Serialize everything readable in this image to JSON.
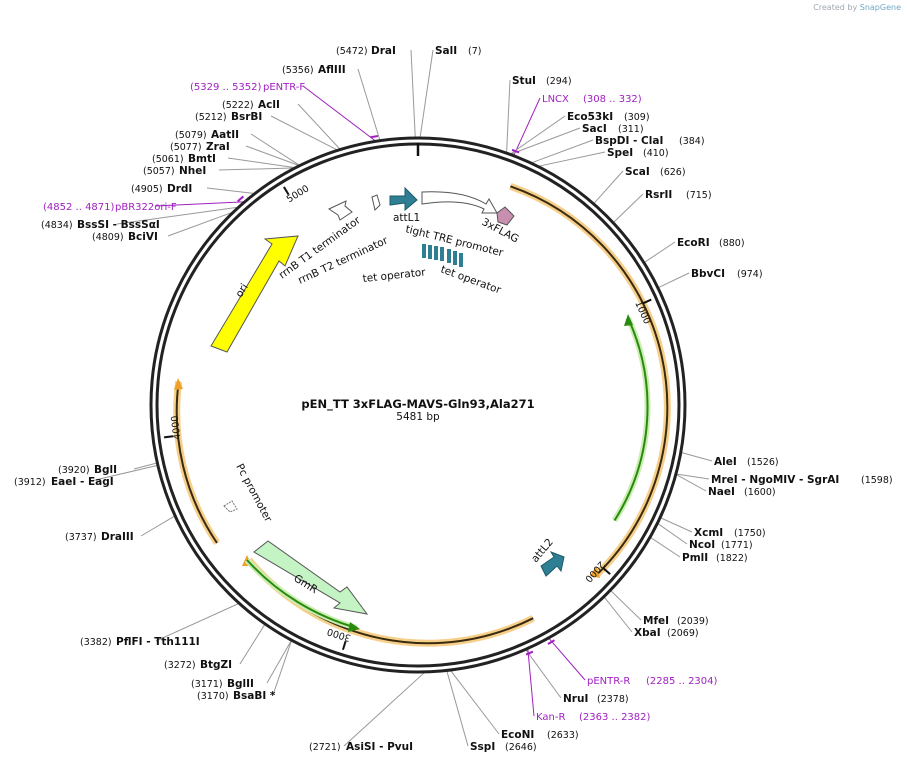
{
  "credit": {
    "prefix": "Created by",
    "brand": "SnapGene"
  },
  "plasmid": {
    "name": "pEN_TT 3xFLAG-MAVS-Gln93,Ala271",
    "length": "5481 bp",
    "total_bp": 5481
  },
  "ticks": [
    {
      "bp": 1000,
      "label": "1000"
    },
    {
      "bp": 2000,
      "label": "2000"
    },
    {
      "bp": 3000,
      "label": "3000"
    },
    {
      "bp": 4000,
      "label": "4000"
    },
    {
      "bp": 5000,
      "label": "5000"
    }
  ],
  "enzymes": [
    {
      "name": "DraI",
      "pos": "(5472)",
      "bp": 5472
    },
    {
      "name": "SalI",
      "pos": "(7)",
      "bp": 7
    },
    {
      "name": "StuI",
      "pos": "(294)",
      "bp": 294
    },
    {
      "name": "Eco53kI",
      "pos": "(309)",
      "bp": 309
    },
    {
      "name": "SacI",
      "pos": "(311)",
      "bp": 311
    },
    {
      "name": "BspDI - ClaI",
      "pos": "(384)",
      "bp": 384
    },
    {
      "name": "SpeI",
      "pos": "(410)",
      "bp": 410
    },
    {
      "name": "ScaI",
      "pos": "(626)",
      "bp": 626
    },
    {
      "name": "RsrII",
      "pos": "(715)",
      "bp": 715
    },
    {
      "name": "EcoRI",
      "pos": "(880)",
      "bp": 880
    },
    {
      "name": "BbvCI",
      "pos": "(974)",
      "bp": 974
    },
    {
      "name": "AleI",
      "pos": "(1526)",
      "bp": 1526
    },
    {
      "name": "MreI - NgoMIV - SgrAI",
      "pos": "(1598)",
      "bp": 1598
    },
    {
      "name": "NaeI",
      "pos": "(1600)",
      "bp": 1600
    },
    {
      "name": "XcmI",
      "pos": "(1750)",
      "bp": 1750
    },
    {
      "name": "NcoI",
      "pos": "(1771)",
      "bp": 1771
    },
    {
      "name": "PmlI",
      "pos": "(1822)",
      "bp": 1822
    },
    {
      "name": "MfeI",
      "pos": "(2039)",
      "bp": 2039
    },
    {
      "name": "XbaI",
      "pos": "(2069)",
      "bp": 2069
    },
    {
      "name": "NruI",
      "pos": "(2378)",
      "bp": 2378
    },
    {
      "name": "EcoNI",
      "pos": "(2633)",
      "bp": 2633
    },
    {
      "name": "SspI",
      "pos": "(2646)",
      "bp": 2646
    },
    {
      "name": "AsiSI - PvuI",
      "pos": "(2721)",
      "bp": 2721
    },
    {
      "name": "BsaBI *",
      "pos": "(3170)",
      "bp": 3170
    },
    {
      "name": "BglII",
      "pos": "(3171)",
      "bp": 3171
    },
    {
      "name": "BtgZI",
      "pos": "(3272)",
      "bp": 3272
    },
    {
      "name": "PflFI - Tth111I",
      "pos": "(3382)",
      "bp": 3382
    },
    {
      "name": "DraIII",
      "pos": "(3737)",
      "bp": 3737
    },
    {
      "name": "EaeI - EagI",
      "pos": "(3912)",
      "bp": 3912
    },
    {
      "name": "BglI",
      "pos": "(3920)",
      "bp": 3920
    },
    {
      "name": "BciVI",
      "pos": "(4809)",
      "bp": 4809
    },
    {
      "name": "BssSI - BssSαI",
      "pos": "(4834)",
      "bp": 4834
    },
    {
      "name": "DrdI",
      "pos": "(4905)",
      "bp": 4905
    },
    {
      "name": "NheI",
      "pos": "(5057)",
      "bp": 5057
    },
    {
      "name": "BmtI",
      "pos": "(5061)",
      "bp": 5061
    },
    {
      "name": "ZraI",
      "pos": "(5077)",
      "bp": 5077
    },
    {
      "name": "AatII",
      "pos": "(5079)",
      "bp": 5079
    },
    {
      "name": "BsrBI",
      "pos": "(5212)",
      "bp": 5212
    },
    {
      "name": "AclI",
      "pos": "(5222)",
      "bp": 5222
    },
    {
      "name": "AflIII",
      "pos": "(5356)",
      "bp": 5356
    }
  ],
  "primers": [
    {
      "name": "pENTR-F",
      "range": "(5329 .. 5352)",
      "bp": 5340
    },
    {
      "name": "LNCX",
      "range": "(308 .. 332)",
      "bp": 320
    },
    {
      "name": "pBR322ori-F",
      "range": "(4852 .. 4871)",
      "bp": 4861
    },
    {
      "name": "pENTR-R",
      "range": "(2285 .. 2304)",
      "bp": 2294
    },
    {
      "name": "Kan-R",
      "range": "(2363 .. 2382)",
      "bp": 2372
    }
  ],
  "features": [
    {
      "name": "attL1"
    },
    {
      "name": "3xFLAG"
    },
    {
      "name": "tight TRE promoter"
    },
    {
      "name": "tet operator"
    },
    {
      "name": "tet operator"
    },
    {
      "name": "rrnB T1 terminator"
    },
    {
      "name": "rrnB T2 terminator"
    },
    {
      "name": "ori"
    },
    {
      "name": "Pc promoter"
    },
    {
      "name": "GmR"
    },
    {
      "name": "attL2"
    }
  ],
  "colors": {
    "backbone": "#222222",
    "orf": "#f0a028",
    "orf_inner": "#333333",
    "green": "#3a9a1a",
    "teal": "#2f7f94",
    "ori": "#ffff00",
    "gmr": "#c4f4c4",
    "primer": "#a020c0",
    "flag": "#c890b0"
  }
}
